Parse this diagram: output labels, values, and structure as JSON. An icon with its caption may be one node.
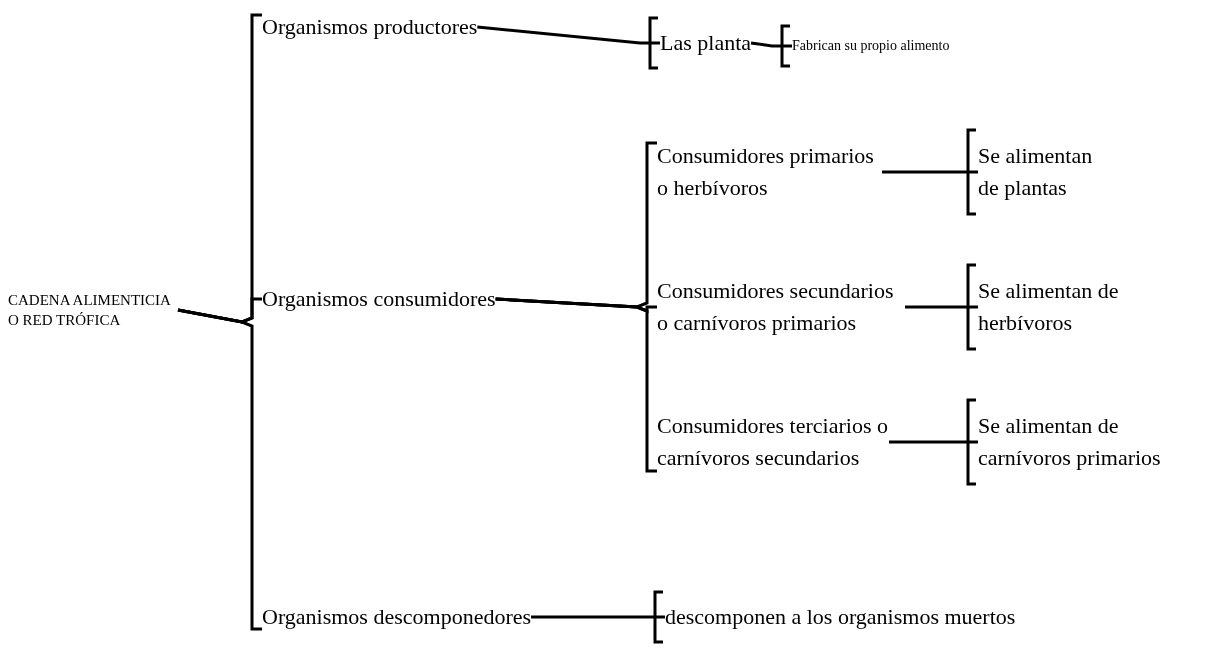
{
  "diagram": {
    "nodes": [
      {
        "text": [
          "CADENA ALIMENTICIA O RED TRÓFICA"
        ]
      },
      {
        "text": [
          "Organismos productores"
        ]
      },
      {
        "text": [
          "Organismos consumidores"
        ]
      },
      {
        "text": [
          "Organismos descomponedores"
        ]
      },
      {
        "text": [
          "Las planta"
        ]
      },
      {
        "text": [
          "Fabrican su propio alimento"
        ]
      },
      {
        "text": [
          "Consumidores primarios o herbívoros"
        ]
      },
      {
        "text": [
          "Consumidores secundarios o carnívoros primarios"
        ]
      },
      {
        "text": [
          "Consumidores terciarios o carnívoros secundarios"
        ]
      },
      {
        "text": [
          "Se alimentan de plantas"
        ]
      },
      {
        "text": [
          "Se alimentan de herbívoros"
        ]
      },
      {
        "text": [
          "Se alimentan de carnívoros primarios"
        ]
      },
      {
        "text": [
          "descomponen a los organismos muertos"
        ]
      }
    ],
    "edges": [
      {
        "from": 0,
        "to": 1,
        "arrow": "none"
      },
      {
        "from": 0,
        "to": 2,
        "arrow": "none"
      },
      {
        "from": 0,
        "to": 3,
        "arrow": "none"
      },
      {
        "from": 1,
        "to": 4,
        "arrow": "none"
      },
      {
        "from": 4,
        "to": 5,
        "arrow": "none"
      },
      {
        "from": 2,
        "to": 6,
        "arrow": "none"
      },
      {
        "from": 2,
        "to": 7,
        "arrow": "none"
      },
      {
        "from": 2,
        "to": 8,
        "arrow": "none"
      },
      {
        "from": 6,
        "to": 9,
        "arrow": "none"
      },
      {
        "from": 7,
        "to": 10,
        "arrow": "none"
      },
      {
        "from": 8,
        "to": 11,
        "arrow": "none"
      },
      {
        "from": 3,
        "to": 12,
        "arrow": "none"
      }
    ]
  }
}
